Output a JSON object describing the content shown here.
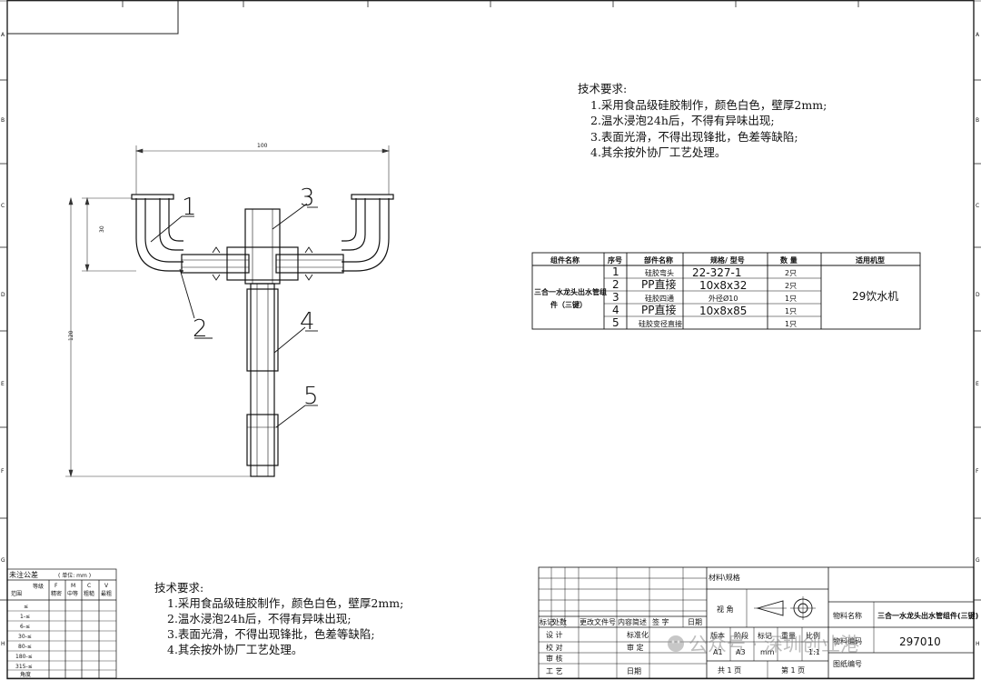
{
  "frame": {
    "zone_letters": [
      "A",
      "B",
      "C",
      "D",
      "E",
      "F",
      "G",
      "H"
    ]
  },
  "tech_requirements": {
    "title": "技术要求:",
    "items": [
      "1.采用食品级硅胶制作，颜色白色，壁厚2mm;",
      "2.温水浸泡24h后，不得有异味出现;",
      "3.表面光滑，不得出现锋批，色差等缺陷;",
      "4.其余按外协厂工艺处理。"
    ]
  },
  "drawing": {
    "dim_width": "100",
    "dim_height_small": "30",
    "dim_height_total": "120",
    "balloons": [
      "1",
      "2",
      "3",
      "4",
      "5"
    ]
  },
  "parts_table": {
    "headers": [
      "组件名称",
      "序号",
      "部件名称",
      "规格/ 型号",
      "数 量",
      "适用机型"
    ],
    "assembly_name_line1": "三合一水龙头出水管组",
    "assembly_name_line2": "件（三键）",
    "machine": "29饮水机",
    "rows": [
      {
        "no": "1",
        "name": "硅胶弯头",
        "spec": "22-327-1",
        "qty": "2只"
      },
      {
        "no": "2",
        "name": "PP直接",
        "spec": "10x8x32",
        "qty": "2只"
      },
      {
        "no": "3",
        "name": "硅胶四通",
        "spec": "外径Ø10",
        "qty": "1只"
      },
      {
        "no": "4",
        "name": "PP直接",
        "spec": "10x8x85",
        "qty": "1只"
      },
      {
        "no": "5",
        "name": "硅胶变径直接",
        "spec": "",
        "qty": "1只"
      }
    ]
  },
  "tolerance_table": {
    "title": "未注公差",
    "unit": "( 单位: mm )",
    "col_headers": [
      "范围",
      "F",
      "M",
      "C",
      "V"
    ],
    "col_sub": [
      "精密",
      "中等",
      "粗糙",
      "最粗"
    ],
    "range_label": "等级",
    "rows": [
      "≤",
      "1-≤",
      "6-≤",
      "30-≤",
      "80-≤",
      "180-≤",
      "315-≤",
      "角度"
    ]
  },
  "title_block": {
    "material_spec": "材料\\规格",
    "view_angle": "视 角",
    "labels_bottom": [
      "标记",
      "处数",
      "更改文件号",
      "内容简述",
      "签 字",
      "日期"
    ],
    "rows_left": [
      "设 计",
      "校 对",
      "审 核",
      "工 艺"
    ],
    "approve": "标准化",
    "review": "审 定",
    "date": "日期",
    "version_headers": [
      "版本",
      "阶段",
      "标记",
      "重量",
      "比例"
    ],
    "version_values": [
      "A1",
      "A3",
      "mm",
      "",
      "1:1"
    ],
    "total_pages": "共 1 页",
    "page_no": "第 1 页",
    "material_name_label": "物料名称",
    "material_name": "三合一水龙头出水管组件(三键)",
    "material_code_label": "物料编码",
    "material_code": "297010",
    "drawing_no_label": "图纸编号"
  },
  "watermark": {
    "text": "公众号 · 深圳创业港"
  }
}
